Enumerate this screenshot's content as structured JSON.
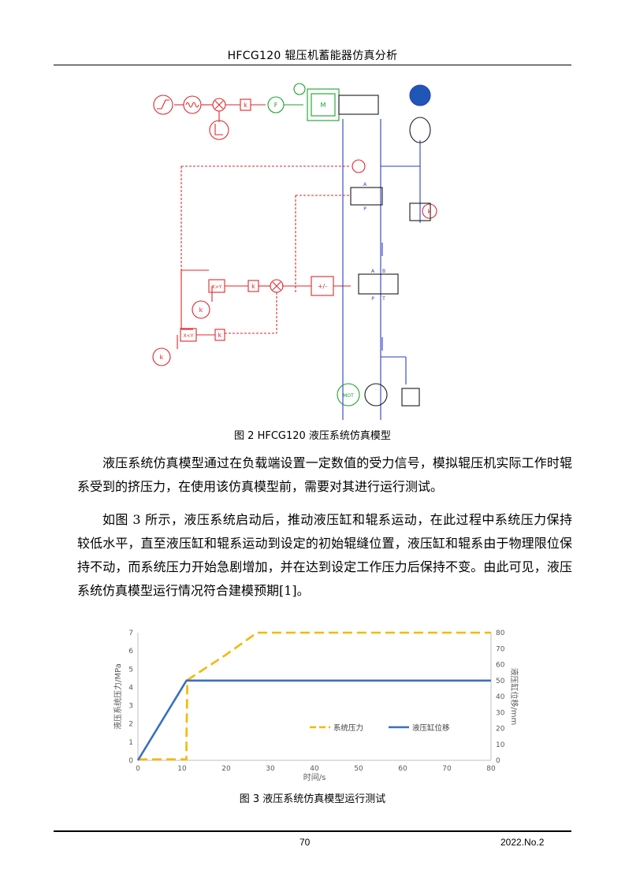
{
  "header": {
    "title": "HFCG120 辊压机蓄能器仿真分析"
  },
  "figure2": {
    "caption": "图 2 HFCG120 液压系统仿真模型",
    "labels": {
      "k": "k",
      "F": "F",
      "M": "M",
      "A": "A",
      "B": "B",
      "P": "P",
      "T": "T",
      "MOT": "MOT",
      "cmp_gt": "X>Y",
      "cmp_lt": "X<Y",
      "inv": "+/-"
    }
  },
  "paragraphs": [
    "液压系统仿真模型通过在负载端设置一定数值的受力信号，模拟辊压机实际工作时辊系受到的挤压力，在使用该仿真模型前，需要对其进行运行测试。",
    "如图 3 所示，液压系统启动后，推动液压缸和辊系运动，在此过程中系统压力保持较低水平，直至液压缸和辊系运动到设定的初始辊缝位置，液压缸和辊系由于物理限位保持不动，而系统压力开始急剧增加，并在达到设定工作压力后保持不变。由此可见，液压系统仿真模型运行情况符合建模预期[1]。"
  ],
  "chart_data": {
    "type": "line",
    "title": "",
    "xlabel": "时间/s",
    "ylabel": "液压系统压力/MPa",
    "y2label": "液压缸位移/mm",
    "xlim": [
      0,
      80
    ],
    "ylim": [
      0,
      7
    ],
    "y2lim": [
      0,
      80
    ],
    "xticks": [
      "0",
      "10",
      "20",
      "30",
      "40",
      "50",
      "60",
      "70",
      "80"
    ],
    "yticks": [
      "0",
      "1",
      "2",
      "3",
      "4",
      "5",
      "6",
      "7"
    ],
    "y2ticks": [
      "0",
      "10",
      "20",
      "30",
      "40",
      "50",
      "60",
      "70",
      "80"
    ],
    "legend_position": "center-right",
    "grid": false,
    "series": [
      {
        "name": "系统压力",
        "axis": "left",
        "color": "#f5b800",
        "dash": true,
        "x": [
          0,
          11,
          11,
          11.2,
          20,
          27,
          80
        ],
        "y": [
          0.05,
          0.05,
          1.2,
          4.4,
          5.8,
          7.0,
          7.0
        ]
      },
      {
        "name": "液压缸位移",
        "axis": "right",
        "color": "#3a6fc0",
        "dash": false,
        "x": [
          0,
          11,
          11.2,
          80
        ],
        "y": [
          0,
          50,
          50,
          50
        ]
      }
    ]
  },
  "figure3": {
    "caption": "图 3 液压系统仿真模型运行测试"
  },
  "footer": {
    "page": "70",
    "issue": "2022.No.2"
  }
}
